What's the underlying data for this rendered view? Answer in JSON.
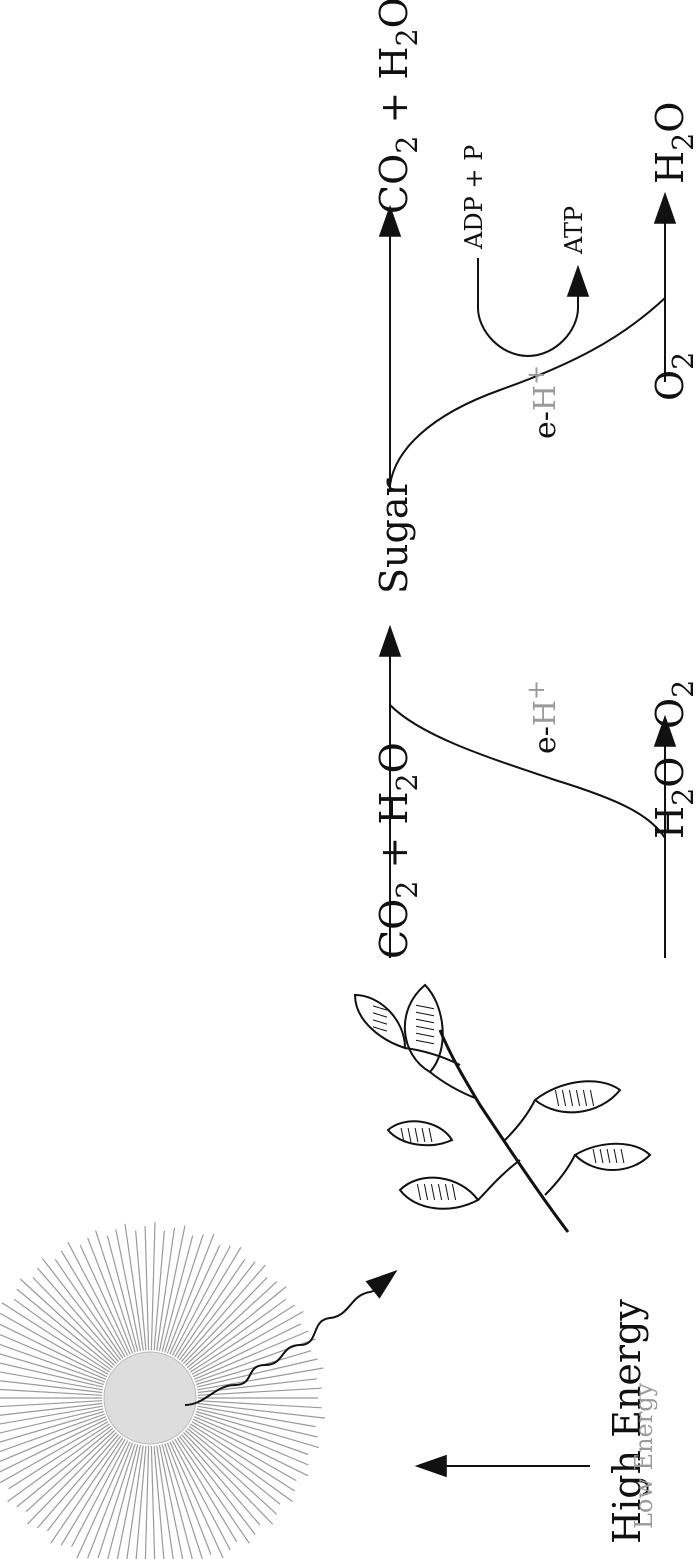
{
  "diagram": {
    "energy_axis": {
      "high": "High Energy",
      "low": "Low Energy"
    },
    "photosynthesis": {
      "inputs": {
        "co2": "CO",
        "two": "2",
        "plus": "+",
        "h": "H",
        "o": "O"
      },
      "output": "Sugar",
      "water": {
        "h": "H",
        "two": "2",
        "o": "O"
      },
      "oxygen": {
        "o": "O",
        "two": "2"
      },
      "carrier": {
        "e": "e-",
        "h": "H",
        "plus": "+"
      }
    },
    "respiration": {
      "products": {
        "co2": "CO",
        "two": "2",
        "plus": "+",
        "h": "H",
        "o": "O"
      },
      "oxygen": {
        "o": "O",
        "two": "2"
      },
      "water": {
        "h": "H",
        "two": "2",
        "o": "O"
      },
      "carrier": {
        "e": "e-",
        "h": "H",
        "plus": "+"
      },
      "atp_cycle": {
        "adp": "ADP + P",
        "atp": "ATP"
      }
    },
    "colors": {
      "ink": "#111111",
      "sun": "#dddddd",
      "rays": "#9a9a9a",
      "muted": "#9a9a9a"
    },
    "icons": [
      "sun-icon",
      "leaf-branch-icon"
    ]
  }
}
